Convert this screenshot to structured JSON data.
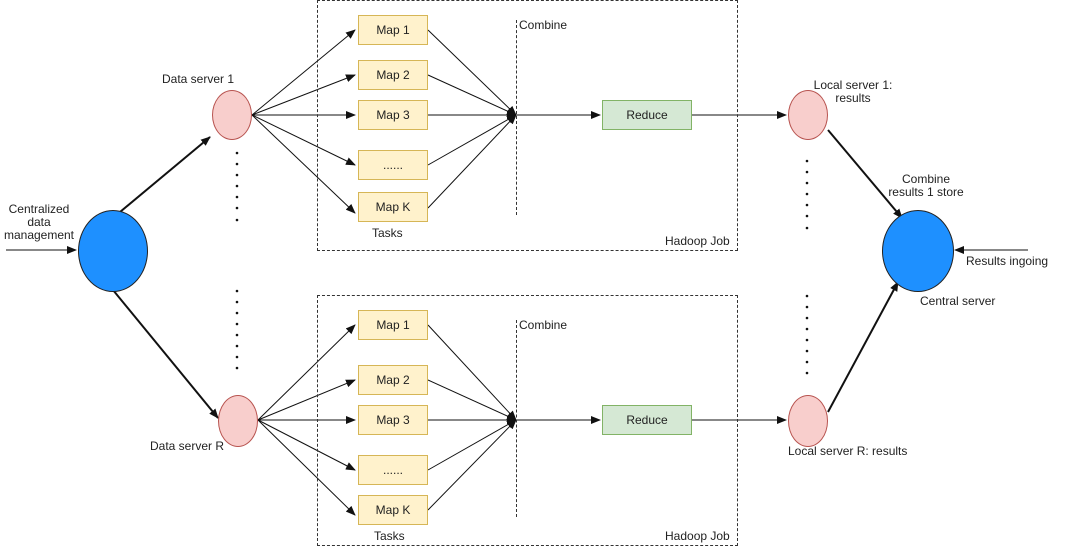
{
  "labels": {
    "centralized": "Centralized\ndata\nmanagement",
    "data_server_1": "Data server 1",
    "data_server_r": "Data server R",
    "combine_top": "Combine",
    "combine_bottom": "Combine",
    "tasks_top": "Tasks",
    "tasks_bottom": "Tasks",
    "hadoop_top": "Hadoop Job",
    "hadoop_bottom": "Hadoop Job",
    "local_1": "Local server 1:\nresults",
    "local_r": "Local server R: results",
    "combine_store": "Combine\nresults 1 store",
    "central_server": "Central server",
    "results_ingoing": "Results ingoing"
  },
  "top_job": {
    "maps": [
      "Map 1",
      "Map 2",
      "Map 3",
      "......",
      "Map K"
    ],
    "reduce": "Reduce"
  },
  "bottom_job": {
    "maps": [
      "Map 1",
      "Map 2",
      "Map 3",
      "......",
      "Map K"
    ],
    "reduce": "Reduce"
  },
  "colors": {
    "map_fill": "#fff2cc",
    "map_border": "#d6b656",
    "reduce_fill": "#d5e8d4",
    "reduce_border": "#82b366",
    "data_server_fill": "#f8cecc",
    "central_fill": "#1e90ff"
  }
}
